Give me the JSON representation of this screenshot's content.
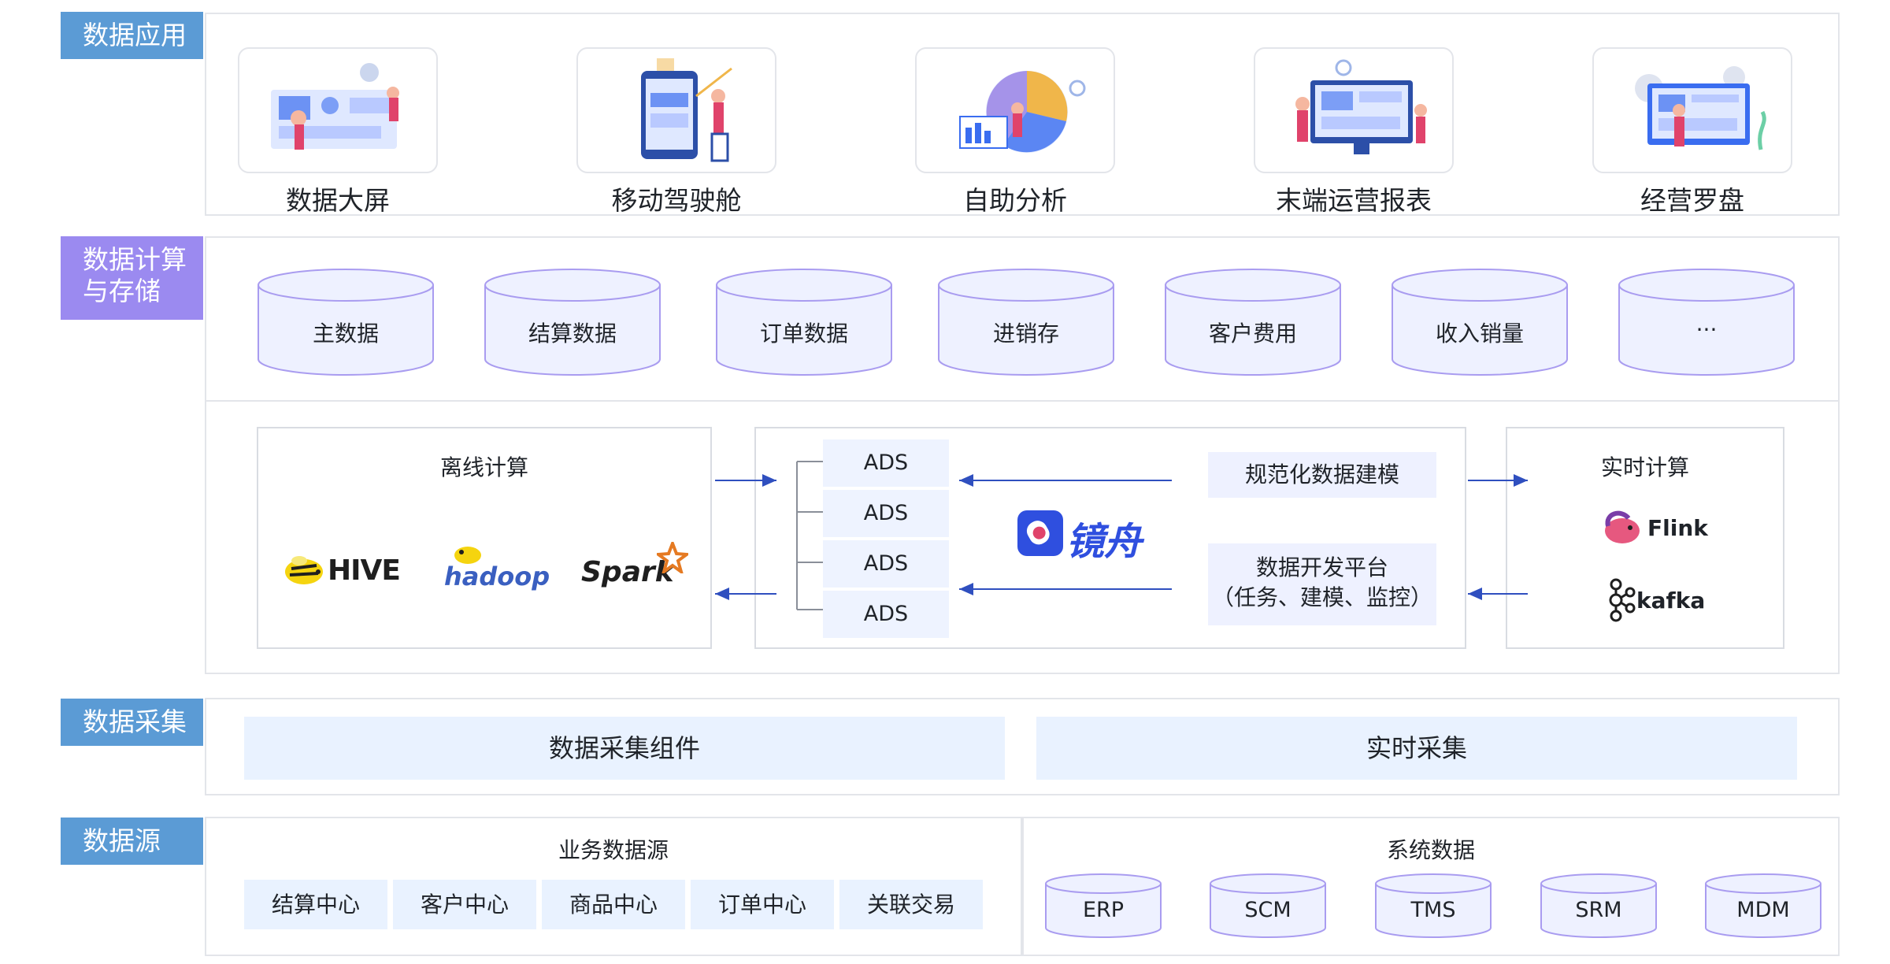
{
  "layers": {
    "app": "数据应用",
    "compute": "数据计算\n与存储",
    "collect": "数据采集",
    "source": "数据源"
  },
  "apps": [
    {
      "label": "数据大屏",
      "icon": "dashboard-illustration"
    },
    {
      "label": "移动驾驶舱",
      "icon": "mobile-cockpit-illustration"
    },
    {
      "label": "自助分析",
      "icon": "self-analysis-illustration"
    },
    {
      "label": "末端运营报表",
      "icon": "operations-report-illustration"
    },
    {
      "label": "经营罗盘",
      "icon": "business-compass-illustration"
    }
  ],
  "storage": [
    "主数据",
    "结算数据",
    "订单数据",
    "进销存",
    "客户费用",
    "收入销量",
    "···"
  ],
  "offline": {
    "title": "离线计算",
    "tools": [
      "HIVE",
      "hadoop",
      "Spark"
    ]
  },
  "center": {
    "ads": [
      "ADS",
      "ADS",
      "ADS",
      "ADS"
    ],
    "brand": "镜舟",
    "modeling": "规范化数据建模",
    "platform_line1": "数据开发平台",
    "platform_line2": "（任务、建模、监控）"
  },
  "realtime": {
    "title": "实时计算",
    "tools": [
      "Flink",
      "kafka"
    ]
  },
  "collect_items": [
    "数据采集组件",
    "实时采集"
  ],
  "business_sources": {
    "title": "业务数据源",
    "items": [
      "结算中心",
      "客户中心",
      "商品中心",
      "订单中心",
      "关联交易"
    ]
  },
  "system_data": {
    "title": "系统数据",
    "items": [
      "ERP",
      "SCM",
      "TMS",
      "SRM",
      "MDM"
    ]
  },
  "colors": {
    "blue_tag": "#5b9bd5",
    "purple_tag": "#9b8af0",
    "cylinder_fill": "#eef1ff",
    "cylinder_stroke": "#a99cf0",
    "arrow": "#2f4fbf"
  }
}
